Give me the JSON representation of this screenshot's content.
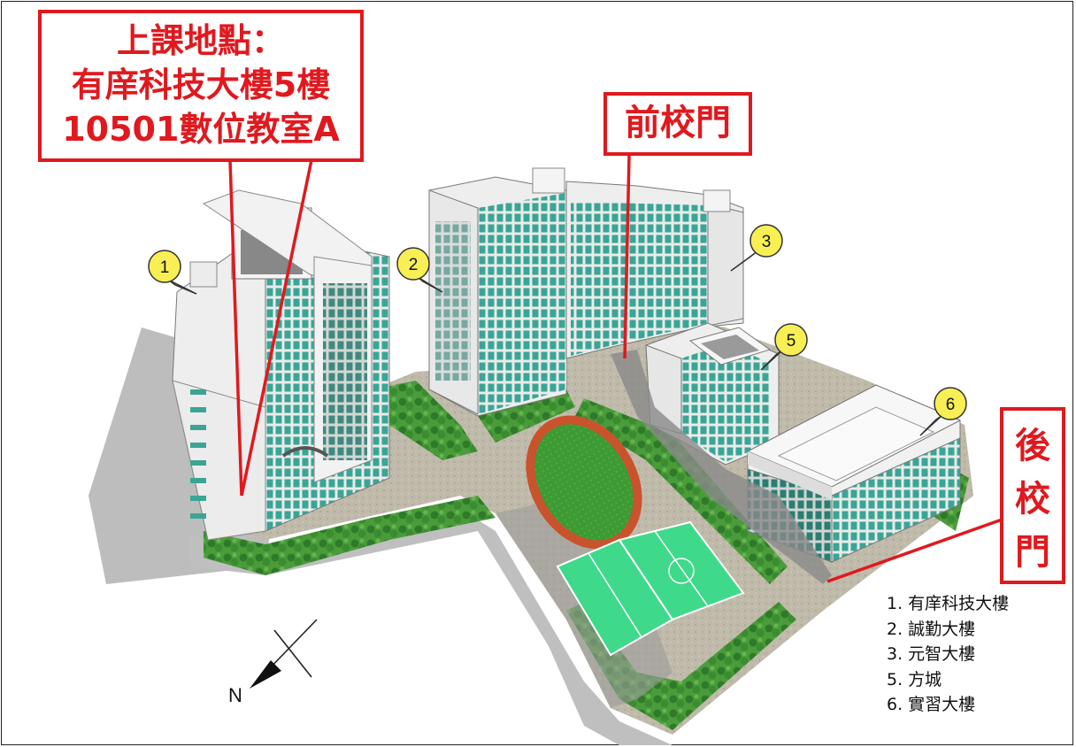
{
  "location_callout": {
    "line1": "上課地點：",
    "line2": "有庠科技大樓5樓",
    "line3": "10501數位教室A"
  },
  "front_gate_label": "前校門",
  "rear_gate_label": [
    "後",
    "校",
    "門"
  ],
  "building_markers": [
    {
      "number": "1"
    },
    {
      "number": "2"
    },
    {
      "number": "3"
    },
    {
      "number": "5"
    },
    {
      "number": "6"
    }
  ],
  "legend": [
    "1. 有庠科技大樓",
    "2. 誠勤大樓",
    "3. 元智大樓",
    "5. 方城",
    "6. 實習大樓"
  ],
  "compass_label": "N",
  "colors": {
    "callout_red": "#e0191e",
    "marker_yellow": "#f7ef54",
    "glass_teal": "#3aa596",
    "court_green": "#3fd98c",
    "track_red": "#c9532c",
    "field_green": "#3e9a34"
  }
}
